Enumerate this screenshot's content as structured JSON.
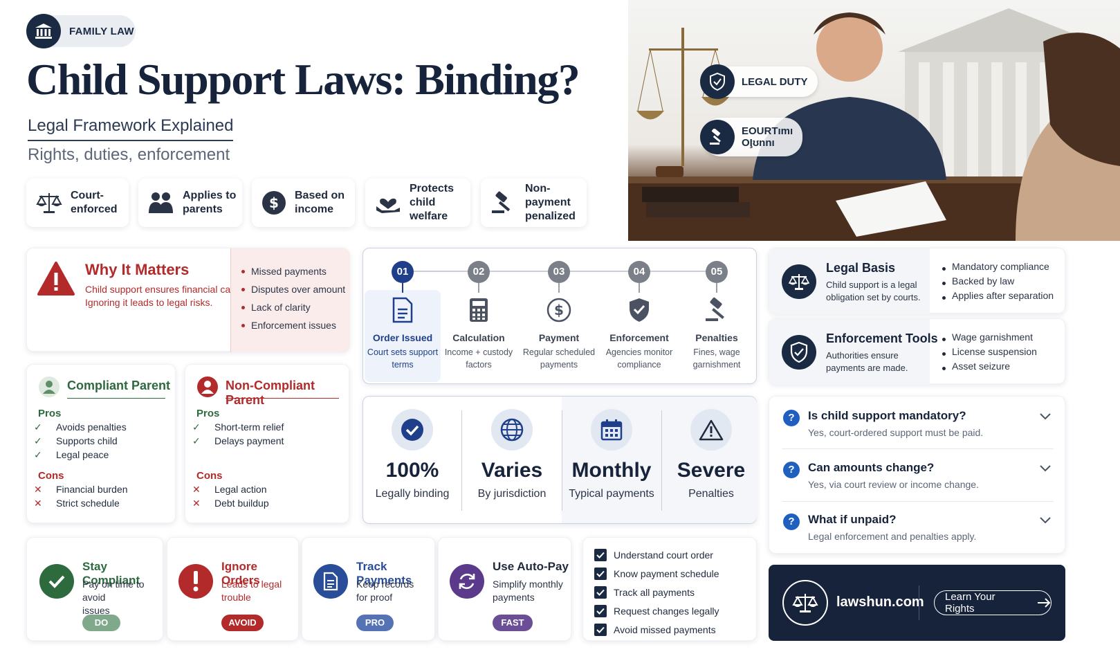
{
  "header": {
    "badge": "FAMILY LAW",
    "title": "Child Support Laws: Binding?",
    "subtitle": "Legal Framework Explained",
    "tagline": "Rights, duties, enforcement"
  },
  "features": [
    {
      "icon": "scales-icon",
      "line1": "Court-",
      "line2": "enforced"
    },
    {
      "icon": "parents-icon",
      "line1": "Applies to",
      "line2": "parents"
    },
    {
      "icon": "dollar-icon",
      "line1": "Based on",
      "line2": "income"
    },
    {
      "icon": "heart-hand-icon",
      "line1": "Protects",
      "line2": "child welfare"
    },
    {
      "icon": "gavel-icon",
      "line1": "Non-payment",
      "line2": "penalized"
    }
  ],
  "hero": {
    "tag1": "LEGAL DUTY",
    "tag2_line1": "EOURTımı",
    "tag2_line2": "OI̧ʊnnı"
  },
  "why": {
    "title": "Why It Matters",
    "desc1": "Child support ensures financial care.",
    "desc2": "Ignoring it leads to legal risks.",
    "issues": [
      "Missed payments",
      "Disputes over amount",
      "Lack of clarity",
      "Enforcement issues"
    ]
  },
  "compliant": {
    "title": "Compliant Parent",
    "pros_label": "Pros",
    "pros": [
      "Avoids penalties",
      "Supports child",
      "Legal peace"
    ],
    "cons_label": "Cons",
    "cons": [
      "Financial burden",
      "Strict schedule"
    ]
  },
  "noncompliant": {
    "title": "Non-Compliant Parent",
    "pros_label": "Pros",
    "pros": [
      "Short-term relief",
      "Delays payment"
    ],
    "cons_label": "Cons",
    "cons": [
      "Legal action",
      "Debt buildup"
    ]
  },
  "steps": [
    {
      "num": "01",
      "name": "Order Issued",
      "desc1": "Court sets support",
      "desc2": "terms",
      "icon": "document-icon"
    },
    {
      "num": "02",
      "name": "Calculation",
      "desc1": "Income + custody",
      "desc2": "factors",
      "icon": "calculator-icon"
    },
    {
      "num": "03",
      "name": "Payment",
      "desc1": "Regular scheduled",
      "desc2": "payments",
      "icon": "dollar-circle-icon"
    },
    {
      "num": "04",
      "name": "Enforcement",
      "desc1": "Agencies monitor",
      "desc2": "compliance",
      "icon": "shield-check-icon"
    },
    {
      "num": "05",
      "name": "Penalties",
      "desc1": "Fines, wage",
      "desc2": "garnishment",
      "icon": "gavel-icon"
    }
  ],
  "stats": [
    {
      "value": "100%",
      "label": "Legally binding",
      "icon": "check-circle-icon"
    },
    {
      "value": "Varies",
      "label": "By jurisdiction",
      "icon": "globe-icon"
    },
    {
      "value": "Monthly",
      "label": "Typical payments",
      "icon": "calendar-icon"
    },
    {
      "value": "Severe",
      "label": "Penalties",
      "icon": "warning-icon"
    }
  ],
  "legal_basis": {
    "title": "Legal Basis",
    "desc1": "Child support is a legal",
    "desc2": "obligation set by courts.",
    "points": [
      "Mandatory compliance",
      "Backed by law",
      "Applies after separation"
    ]
  },
  "enforcement_tools": {
    "title": "Enforcement Tools",
    "desc1": "Authorities ensure",
    "desc2": "payments are made.",
    "points": [
      "Wage garnishment",
      "License suspension",
      "Asset seizure"
    ]
  },
  "faq": [
    {
      "q": "Is child support mandatory?",
      "a": "Yes, court-ordered support must be paid."
    },
    {
      "q": "Can amounts change?",
      "a": "Yes, via court review or income change."
    },
    {
      "q": "What if unpaid?",
      "a": "Legal enforcement and penalties apply."
    }
  ],
  "actions": [
    {
      "title": "Stay Compliant",
      "desc1": "Pay on time to avoid",
      "desc2": "issues",
      "tag": "DO",
      "color": "#2d6a3e",
      "pill": "#7fa98a"
    },
    {
      "title": "Ignore Orders",
      "desc1": "Leads to legal",
      "desc2": "trouble",
      "tag": "AVOID",
      "color": "#b22a2a",
      "pill": "#b22a2a"
    },
    {
      "title": "Track Payments",
      "desc1": "Keep records",
      "desc2": "for proof",
      "tag": "PRO",
      "color": "#2a4d9a",
      "pill": "#5472b4"
    },
    {
      "title": "Use Auto-Pay",
      "desc1": "Simplify monthly",
      "desc2": "payments",
      "tag": "FAST",
      "color": "#5b3a8c",
      "pill": "#6b4e96"
    }
  ],
  "checklist": [
    "Understand court order",
    "Know payment schedule",
    "Track all payments",
    "Request changes legally",
    "Avoid missed payments"
  ],
  "footer": {
    "site": "lawshun.com",
    "cta": "Learn Your Rights"
  },
  "colors": {
    "navy": "#16233b",
    "red": "#b22a2a",
    "green": "#2d6a3e",
    "blue": "#1f5fbf"
  }
}
